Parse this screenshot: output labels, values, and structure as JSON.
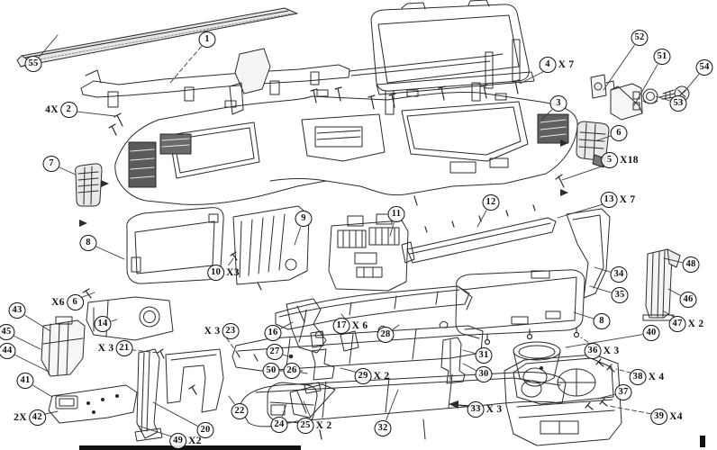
{
  "document": {
    "type": "exploded-parts-diagram",
    "subject": "Truck dashboard / instrument panel assembly exploded view",
    "background_color": "#ffffff",
    "line_color": "#2b2b2b"
  },
  "callouts": [
    {
      "num": "55"
    },
    {
      "num": "1"
    },
    {
      "num": "2",
      "prefix": "4X"
    },
    {
      "num": "3"
    },
    {
      "num": "4",
      "suffix": "X 7"
    },
    {
      "num": "5",
      "suffix": "X18"
    },
    {
      "num": "6"
    },
    {
      "num": "7"
    },
    {
      "num": "8"
    },
    {
      "num": "9"
    },
    {
      "num": "10",
      "suffix": "X3"
    },
    {
      "num": "11"
    },
    {
      "num": "12"
    },
    {
      "num": "13",
      "suffix": "X 7"
    },
    {
      "num": "14"
    },
    {
      "num": "16"
    },
    {
      "num": "17",
      "suffix": "X 6"
    },
    {
      "num": "6",
      "prefix": "X6"
    },
    {
      "num": "20"
    },
    {
      "num": "21",
      "prefix": "X 3"
    },
    {
      "num": "22"
    },
    {
      "num": "23",
      "prefix": "X 3"
    },
    {
      "num": "24"
    },
    {
      "num": "25",
      "suffix": "X 2"
    },
    {
      "num": "26"
    },
    {
      "num": "27"
    },
    {
      "num": "28"
    },
    {
      "num": "29",
      "suffix": "X 2"
    },
    {
      "num": "30"
    },
    {
      "num": "31"
    },
    {
      "num": "32"
    },
    {
      "num": "33",
      "suffix": "X 3"
    },
    {
      "num": "34"
    },
    {
      "num": "35"
    },
    {
      "num": "36",
      "suffix": "X 3"
    },
    {
      "num": "37"
    },
    {
      "num": "38",
      "suffix": "X 4"
    },
    {
      "num": "39",
      "suffix": "X4"
    },
    {
      "num": "40"
    },
    {
      "num": "41"
    },
    {
      "num": "42",
      "prefix": "2X"
    },
    {
      "num": "43"
    },
    {
      "num": "44"
    },
    {
      "num": "45"
    },
    {
      "num": "46"
    },
    {
      "num": "47",
      "suffix": "X 2"
    },
    {
      "num": "48"
    },
    {
      "num": "49",
      "suffix": "X2"
    },
    {
      "num": "50"
    },
    {
      "num": "51"
    },
    {
      "num": "52"
    },
    {
      "num": "53"
    },
    {
      "num": "54"
    },
    {
      "num": "8"
    }
  ]
}
